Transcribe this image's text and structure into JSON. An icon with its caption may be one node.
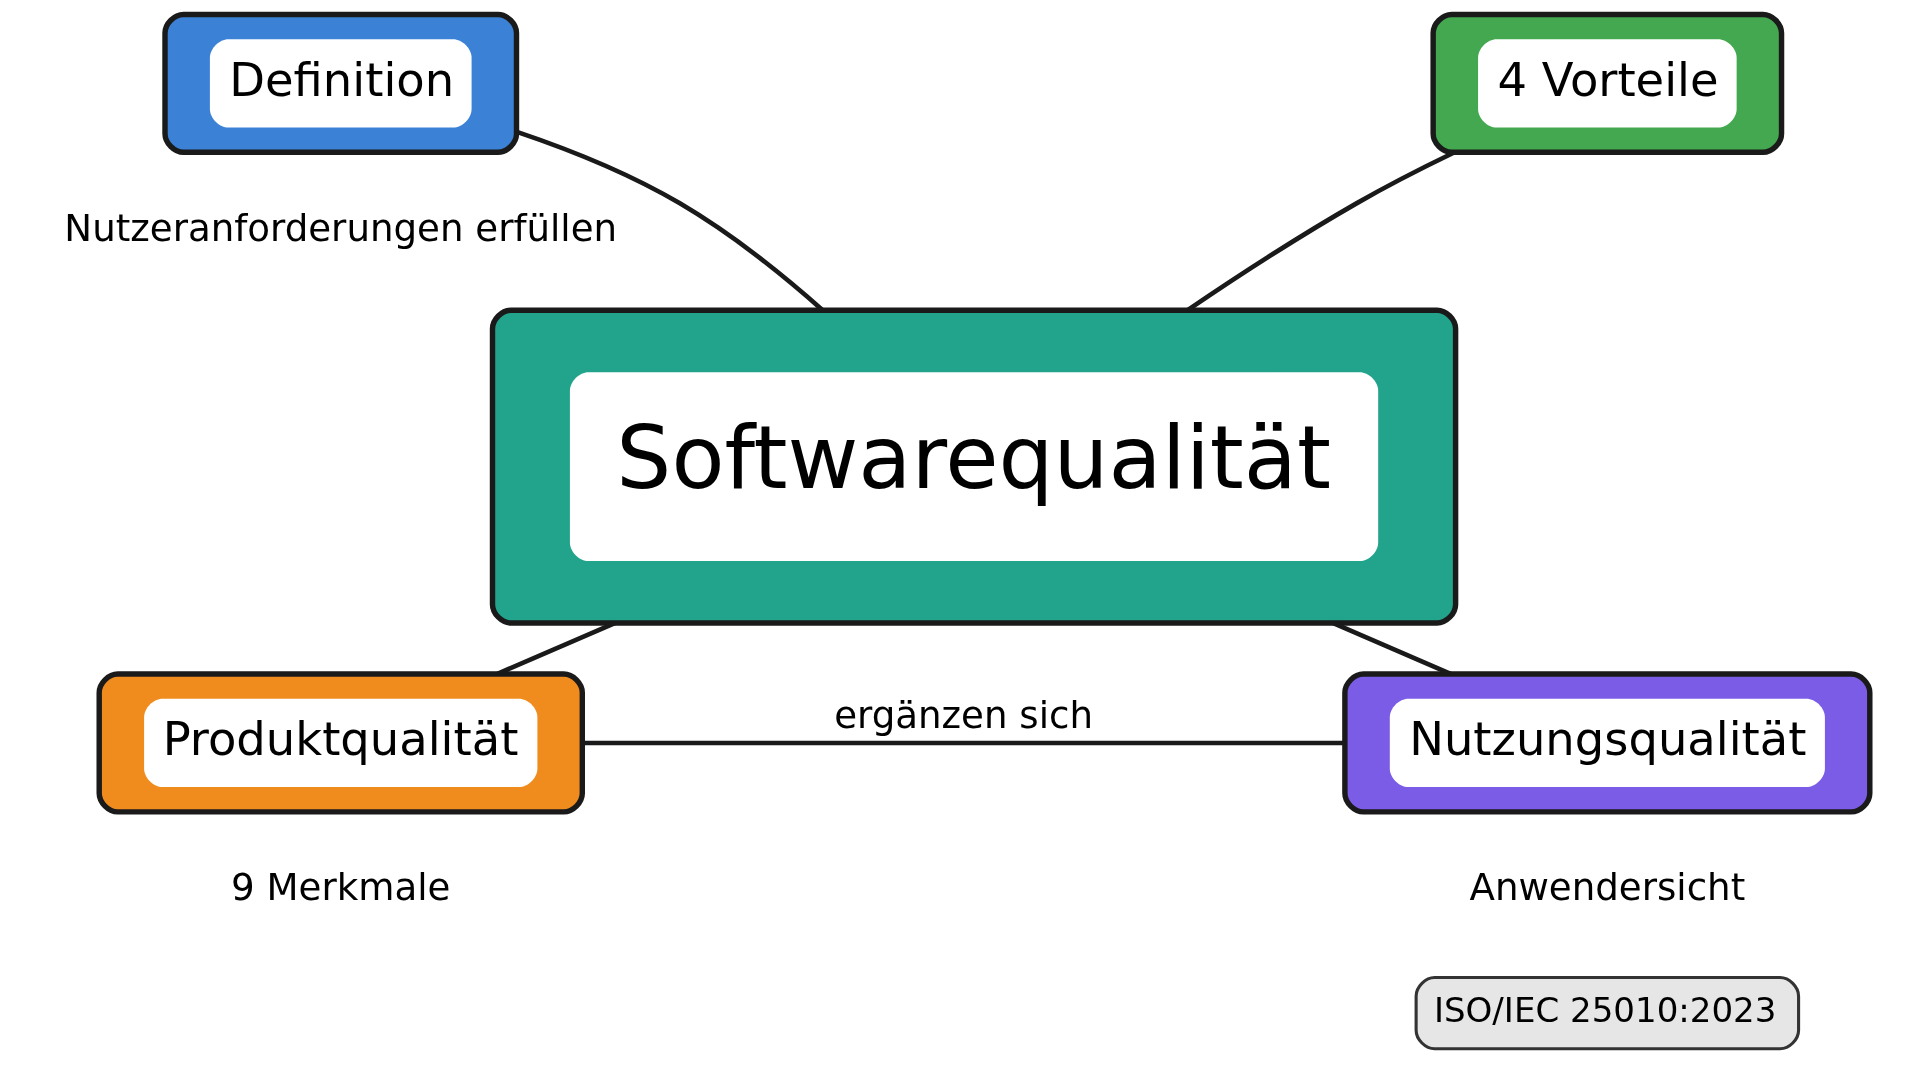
{
  "diagram": {
    "nodes": [
      {
        "text": [
          "Definition"
        ],
        "beside": [
          "Nutzeranforderungen erfüllen"
        ]
      },
      {
        "text": [
          "4 Vorteile"
        ]
      },
      {
        "text": [
          "Softwarequalität"
        ]
      },
      {
        "text": [
          "Produktqualität"
        ],
        "beside": [
          "9 Merkmale"
        ]
      },
      {
        "text": [
          "Nutzungsqualität"
        ],
        "beside": [
          "Anwendersicht"
        ]
      }
    ],
    "edges": [
      {
        "from": 0,
        "to": 2,
        "arrow": "none"
      },
      {
        "from": 1,
        "to": 2,
        "arrow": "none"
      },
      {
        "from": 2,
        "to": 3,
        "arrow": "none"
      },
      {
        "from": 2,
        "to": 4,
        "arrow": "none"
      },
      {
        "from": 3,
        "to": 4,
        "arrow": "none",
        "label": "ergänzen sich"
      }
    ],
    "labels": [
      "ISO/IEC 25010:2023"
    ]
  }
}
